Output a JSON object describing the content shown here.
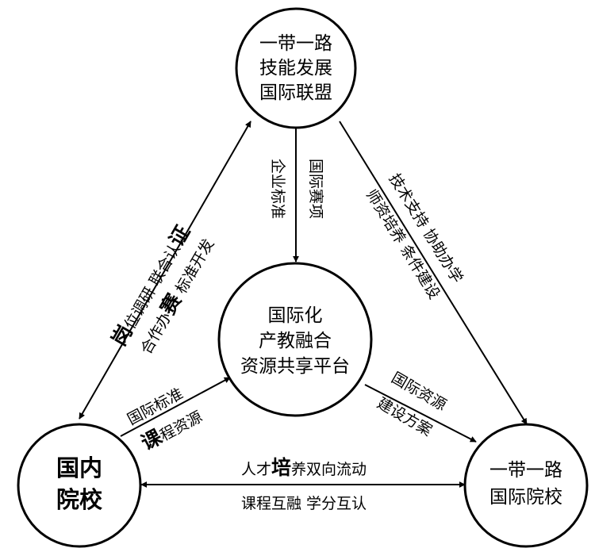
{
  "nodes": {
    "alliance": {
      "lines": [
        "一带一路",
        "技能发展",
        "国际联盟"
      ]
    },
    "platform": {
      "lines": [
        "国际化",
        "产教融合",
        "资源共享平台"
      ]
    },
    "domestic": {
      "lines": [
        "国内",
        "院校"
      ]
    },
    "foreign": {
      "lines": [
        "一带一路",
        "国际院校"
      ]
    }
  },
  "edges": {
    "top_to_center": {
      "line1": "企业标准",
      "line2": "国际赛项"
    },
    "top_to_right": {
      "line1": "技术支持  协助办学",
      "line2": "师资培养  条件建设"
    },
    "left_to_top": {
      "line1": {
        "em": "岗",
        "rest": "位调研  联合认",
        "em2": "证"
      },
      "line2": {
        "pre": "合作办",
        "em": "赛",
        "post": " 标准开发"
      }
    },
    "left_to_center": {
      "line1": "国际标准",
      "line2": {
        "em": "课",
        "rest": "程资源"
      }
    },
    "center_to_right": {
      "line1": "国际资源",
      "line2": "建设方案"
    },
    "bottom": {
      "line1": {
        "pre": "人才",
        "em": "培",
        "post": "养双向流动"
      },
      "line2": "课程互融  学分互认"
    }
  }
}
